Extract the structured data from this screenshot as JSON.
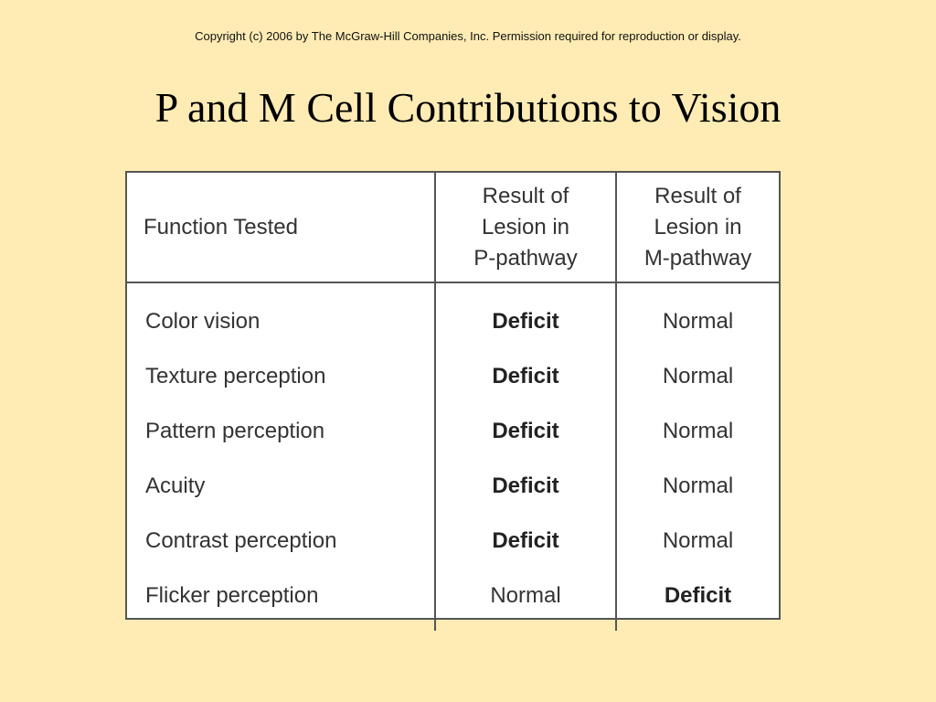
{
  "copyright": "Copyright (c) 2006 by The McGraw-Hill Companies, Inc. Permission required for reproduction or display.",
  "title": "P and M Cell Contributions to Vision",
  "table": {
    "headers": {
      "function": "Function Tested",
      "p_pathway": [
        "Result of",
        "Lesion in",
        "P-pathway"
      ],
      "m_pathway": [
        "Result of",
        "Lesion in",
        "M-pathway"
      ]
    },
    "rows": [
      {
        "function": "Color vision",
        "p": "Deficit",
        "m": "Normal"
      },
      {
        "function": "Texture perception",
        "p": "Deficit",
        "m": "Normal"
      },
      {
        "function": "Pattern perception",
        "p": "Deficit",
        "m": "Normal"
      },
      {
        "function": "Acuity",
        "p": "Deficit",
        "m": "Normal"
      },
      {
        "function": "Contrast perception",
        "p": "Deficit",
        "m": "Normal"
      },
      {
        "function": "Flicker perception",
        "p": "Normal",
        "m": "Deficit"
      }
    ]
  }
}
